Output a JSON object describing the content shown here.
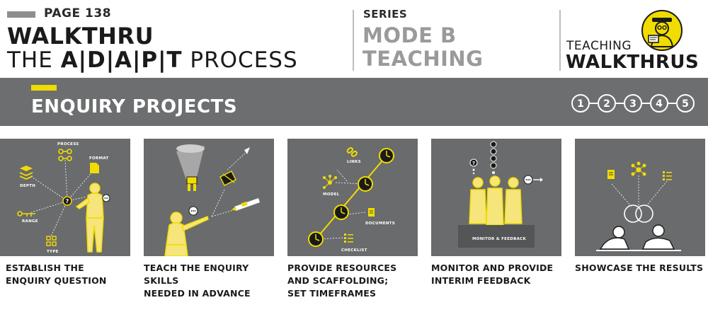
{
  "header": {
    "page_label": "PAGE 138",
    "walkthru_title": "WALKTHRU",
    "process_prefix": "THE ",
    "process_adapt": "A|D|A|P|T",
    "process_suffix": " PROCESS",
    "series_label": "SERIES",
    "series_line1": "MODE B",
    "series_line2": "TEACHING",
    "teaching_label": "TEACHING",
    "walkthrus_label": "WALKTHRUS"
  },
  "band": {
    "title": "ENQUIRY PROJECTS",
    "steps": [
      "1",
      "2",
      "3",
      "4",
      "5"
    ]
  },
  "panels": [
    {
      "caption_line1": "ESTABLISH THE",
      "caption_line2": "ENQUIRY QUESTION",
      "caption_line3": "",
      "labels": {
        "process": "PROCESS",
        "format": "FORMAT",
        "depth": "DEPTH",
        "range": "RANGE",
        "type": "TYPE"
      }
    },
    {
      "caption_line1": "TEACH THE ENQUIRY SKILLS",
      "caption_line2": "NEEDED IN ADVANCE",
      "caption_line3": ""
    },
    {
      "caption_line1": "PROVIDE RESOURCES",
      "caption_line2": "AND SCAFFOLDING;",
      "caption_line3": "SET TIMEFRAMES",
      "labels": {
        "links": "LINKS",
        "model": "MODEL",
        "documents": "DOCUMENTS",
        "checklist": "CHECKLIST"
      }
    },
    {
      "caption_line1": "MONITOR AND PROVIDE",
      "caption_line2": "INTERIM FEEDBACK",
      "caption_line3": "",
      "labels": {
        "monitor": "MONITOR & FEEDBACK",
        "question_mark": "?"
      }
    },
    {
      "caption_line1": "SHOWCASE THE RESULTS",
      "caption_line2": "",
      "caption_line3": ""
    }
  ],
  "colors": {
    "accent": "#f0dc00",
    "panel": "#6a6b6d",
    "band": "#6d6e70",
    "series_text": "#9a9a9a"
  }
}
